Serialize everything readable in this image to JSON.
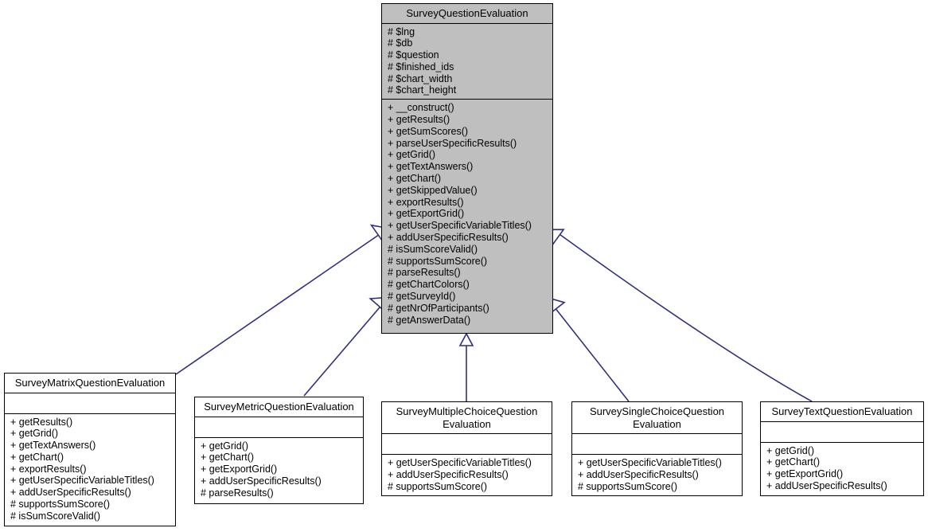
{
  "diagram": {
    "type": "uml-class-inheritance",
    "title": "SurveyQuestionEvaluation class hierarchy",
    "colors": {
      "root_fill": "#bfbfbf",
      "subclass_fill": "#ffffff",
      "border": "#000000",
      "edge": "#2f2f7f",
      "background": "#ffffff",
      "text": "#000000"
    },
    "classes": [
      {
        "id": "root",
        "name": "SurveyQuestionEvaluation",
        "attributes": [
          "# $lng",
          "# $db",
          "# $question",
          "# $finished_ids",
          "# $chart_width",
          "# $chart_height"
        ],
        "operations": [
          "+ __construct()",
          "+ getResults()",
          "+ getSumScores()",
          "+ parseUserSpecificResults()",
          "+ getGrid()",
          "+ getTextAnswers()",
          "+ getChart()",
          "+ getSkippedValue()",
          "+ exportResults()",
          "+ getExportGrid()",
          "+ getUserSpecificVariableTitles()",
          "+ addUserSpecificResults()",
          "# isSumScoreValid()",
          "# supportsSumScore()",
          "# parseResults()",
          "# getChartColors()",
          "# getSurveyId()",
          "# getNrOfParticipants()",
          "# getAnswerData()"
        ]
      },
      {
        "id": "matrix",
        "name": "SurveyMatrixQuestionEvaluation",
        "attributes": [],
        "operations": [
          "+ getResults()",
          "+ getGrid()",
          "+ getTextAnswers()",
          "+ getChart()",
          "+ exportResults()",
          "+ getUserSpecificVariableTitles()",
          "+ addUserSpecificResults()",
          "# supportsSumScore()",
          "# isSumScoreValid()"
        ]
      },
      {
        "id": "metric",
        "name": "SurveyMetricQuestionEvaluation",
        "attributes": [],
        "operations": [
          "+ getGrid()",
          "+ getChart()",
          "+ getExportGrid()",
          "+ addUserSpecificResults()",
          "# parseResults()"
        ]
      },
      {
        "id": "multiplechoice",
        "name": "SurveyMultipleChoiceQuestion\nEvaluation",
        "attributes": [],
        "operations": [
          "+ getUserSpecificVariableTitles()",
          "+ addUserSpecificResults()",
          "# supportsSumScore()"
        ]
      },
      {
        "id": "singlechoice",
        "name": "SurveySingleChoiceQuestion\nEvaluation",
        "attributes": [],
        "operations": [
          "+ getUserSpecificVariableTitles()",
          "+ addUserSpecificResults()",
          "# supportsSumScore()"
        ]
      },
      {
        "id": "text",
        "name": "SurveyTextQuestionEvaluation",
        "attributes": [],
        "operations": [
          "+ getGrid()",
          "+ getChart()",
          "+ getExportGrid()",
          "+ addUserSpecificResults()"
        ]
      }
    ],
    "edges": [
      {
        "id": "matrix-to-root",
        "from": "matrix",
        "to": "root",
        "kind": "generalization"
      },
      {
        "id": "metric-to-root",
        "from": "metric",
        "to": "root",
        "kind": "generalization"
      },
      {
        "id": "multiplechoice-to-root",
        "from": "multiplechoice",
        "to": "root",
        "kind": "generalization"
      },
      {
        "id": "singlechoice-to-root",
        "from": "singlechoice",
        "to": "root",
        "kind": "generalization"
      },
      {
        "id": "text-to-root",
        "from": "text",
        "to": "root",
        "kind": "generalization"
      }
    ]
  }
}
